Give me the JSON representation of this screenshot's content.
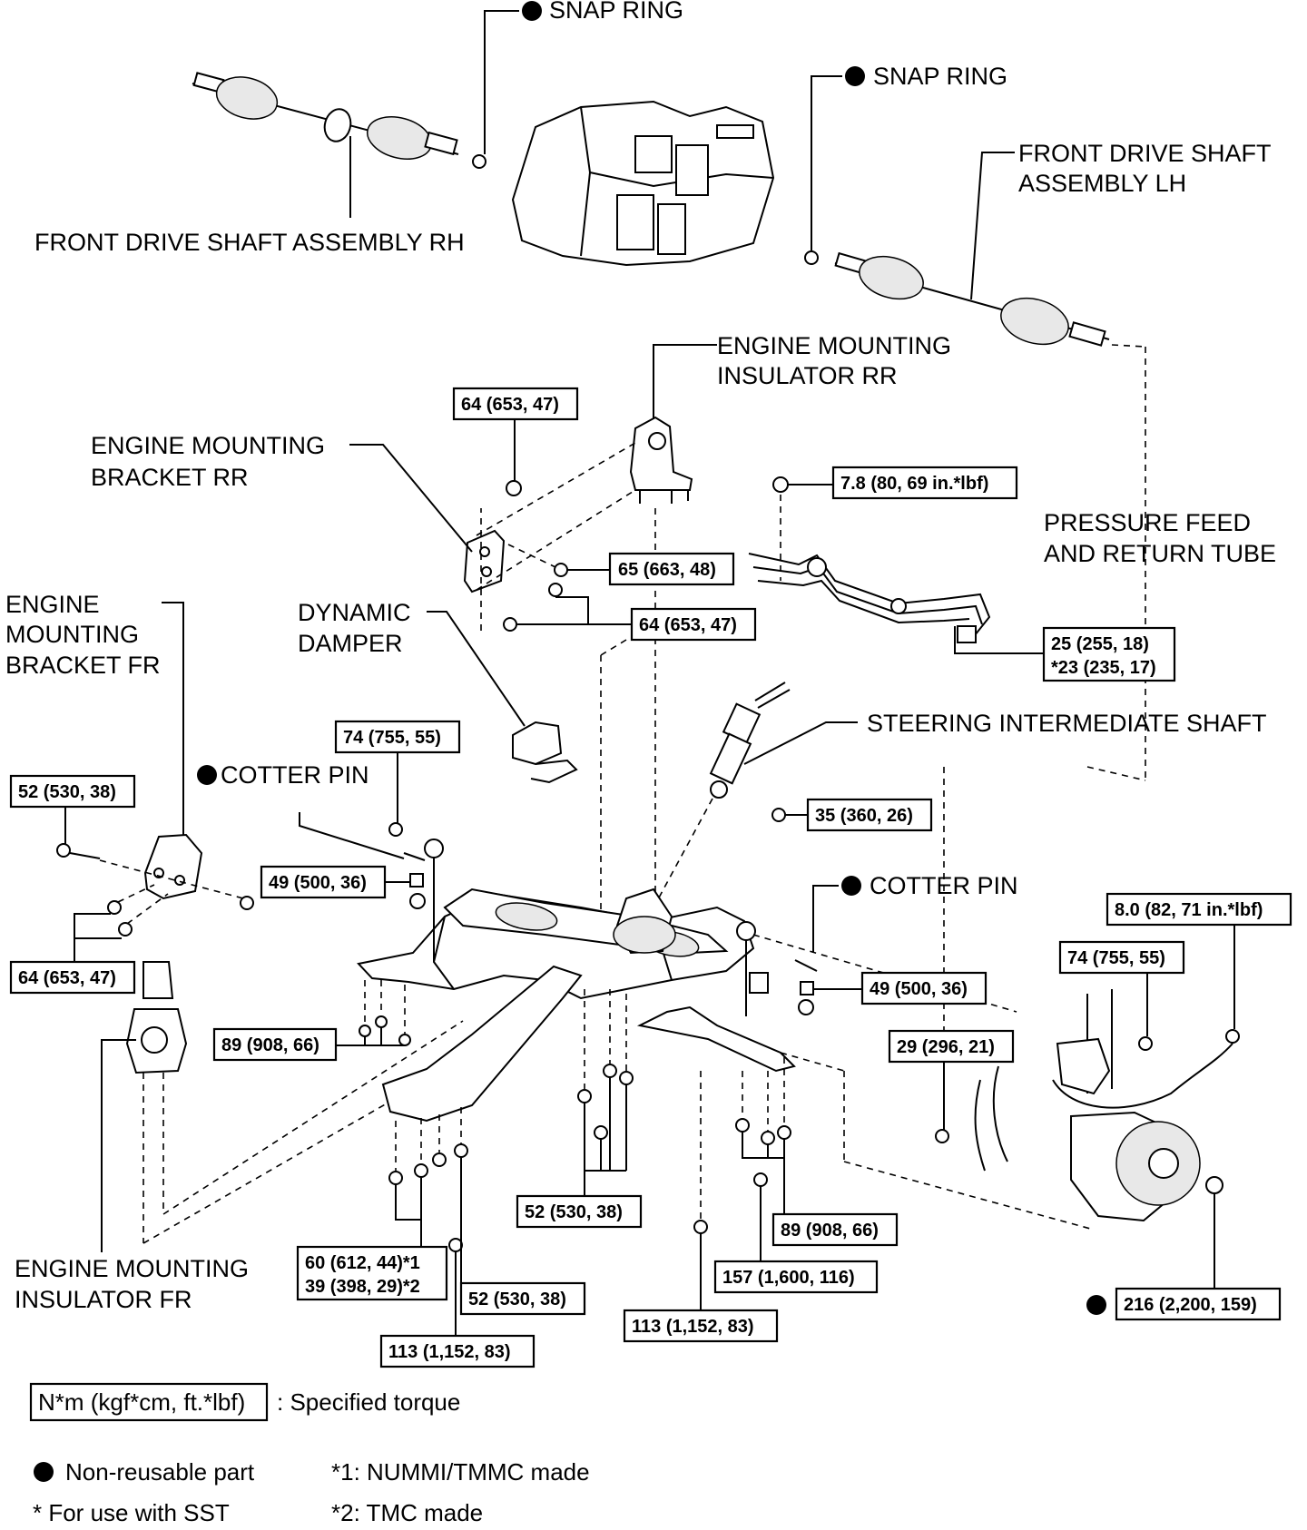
{
  "labels": {
    "snap_ring_top": "SNAP RING",
    "snap_ring_right": "SNAP RING",
    "drive_shaft_rh": "FRONT DRIVE SHAFT ASSEMBLY RH",
    "drive_shaft_lh_1": "FRONT DRIVE SHAFT",
    "drive_shaft_lh_2": "ASSEMBLY LH",
    "insulator_rr_1": "ENGINE MOUNTING",
    "insulator_rr_2": "INSULATOR RR",
    "bracket_rr_1": "ENGINE MOUNTING",
    "bracket_rr_2": "BRACKET RR",
    "pressure_tube_1": "PRESSURE FEED",
    "pressure_tube_2": "AND RETURN TUBE",
    "bracket_fr_1": "ENGINE",
    "bracket_fr_2": "MOUNTING",
    "bracket_fr_3": "BRACKET FR",
    "dynamic_damper_1": "DYNAMIC",
    "dynamic_damper_2": "DAMPER",
    "steering_shaft": "STEERING INTERMEDIATE SHAFT",
    "cotter_pin_left": "COTTER PIN",
    "cotter_pin_right": "COTTER PIN",
    "insulator_fr_1": "ENGINE MOUNTING",
    "insulator_fr_2": "INSULATOR FR"
  },
  "torques": {
    "t_64_top": "64 (653, 47)",
    "t_7_8": "7.8 (80, 69 in.*lbf)",
    "t_65": "65 (663, 48)",
    "t_64_mid": "64 (653, 47)",
    "t_25_a": "25 (255, 18)",
    "t_25_b": "*23 (235, 17)",
    "t_74_left": "74 (755, 55)",
    "t_52_left": "52 (530, 38)",
    "t_35": "35 (360, 26)",
    "t_49_left": "49 (500, 36)",
    "t_8_0": "8.0 (82, 71 in.*lbf)",
    "t_64_left": "64 (653, 47)",
    "t_74_right": "74 (755, 55)",
    "t_49_right": "49 (500, 36)",
    "t_89_left": "89 (908, 66)",
    "t_29": "29 (296, 21)",
    "t_52_center": "52 (530, 38)",
    "t_89_right": "89 (908, 66)",
    "t_60_a": "60 (612, 44)*1",
    "t_60_b": "39 (398, 29)*2",
    "t_157": "157 (1,600, 116)",
    "t_52_bottom": "52 (530, 38)",
    "t_113_right": "113 (1,152, 83)",
    "t_113_left": "113 (1,152, 83)",
    "t_216": "216 (2,200, 159)"
  },
  "legend": {
    "torque_unit": "N*m (kgf*cm, ft.*lbf)",
    "torque_desc": ": Specified torque",
    "non_reusable": "Non-reusable part",
    "note_1": "*1: NUMMI/TMMC made",
    "sst": "* For use with SST",
    "note_2": "*2: TMC made"
  }
}
